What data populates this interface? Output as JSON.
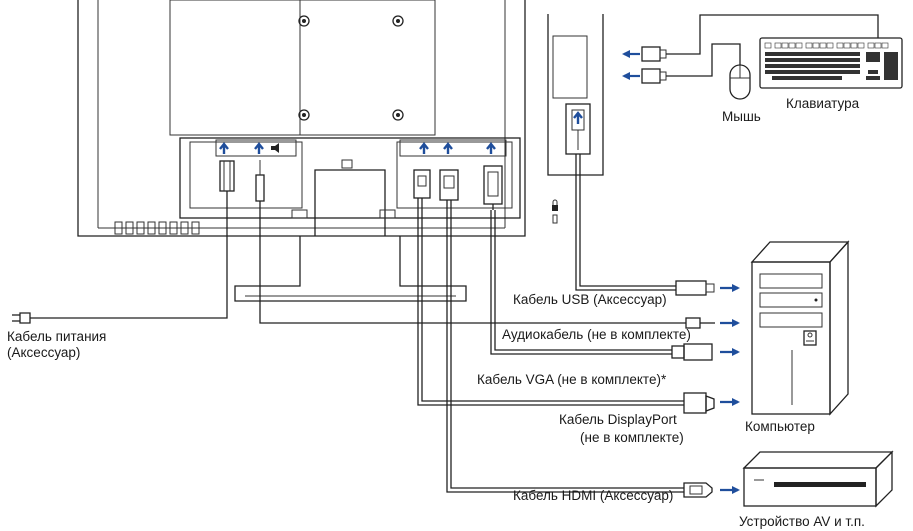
{
  "labels": {
    "keyboard": "Клавиатура",
    "mouse": "Мышь",
    "usb_cable": "Кабель USB (Аксессуар)",
    "audio_cable": "Аудиокабель (не в комплекте)",
    "vga_cable": "Кабель VGA (не в комплекте)*",
    "dp_cable_line1": "Кабель DisplayPort",
    "dp_cable_line2": "(не в комплекте)",
    "computer": "Компьютер",
    "hdmi_cable": "Кабель HDMI (Аксессуар)",
    "av_device": "Устройство AV и т.п.",
    "power_cable_line1": "Кабель питания",
    "power_cable_line2": "(Аксессуар)"
  },
  "colors": {
    "arrow": "#1f4e9c",
    "line": "#222222"
  },
  "icons": [
    "arrow-up-icon",
    "usb-icon",
    "audio-icon",
    "displayport-icon",
    "hdmi-icon",
    "vga-icon",
    "lock-icon"
  ]
}
